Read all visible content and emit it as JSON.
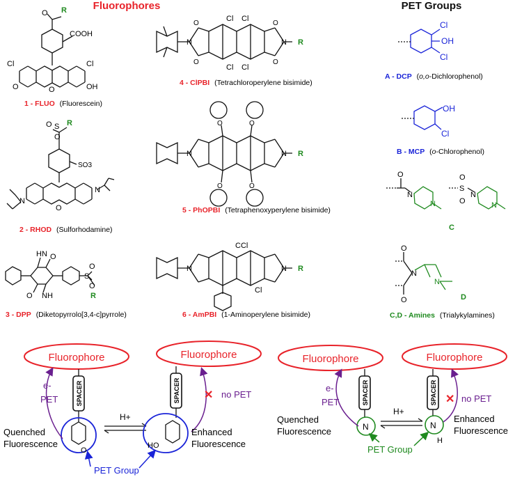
{
  "headers": {
    "fluorophores": "Fluorophores",
    "pet_groups": "PET Groups"
  },
  "compounds": [
    {
      "code": "1 - FLUO",
      "name": "(Fluorescein)"
    },
    {
      "code": "2 - RHOD",
      "name": "(Sulforhodamine)"
    },
    {
      "code": "3 - DPP",
      "name": "(Diketopyrrolo[3,4-c]pyrrole)"
    },
    {
      "code": "4 - ClPBI",
      "name": "(Tetrachloroperylene bisimide)"
    },
    {
      "code": "5 - PhOPBI",
      "name": "(Tetraphenoxyperylene bisimide)"
    },
    {
      "code": "6 - AmPBI",
      "name": "(1-Aminoperylene bisimide)"
    }
  ],
  "pet_groups": [
    {
      "code": "A - DCP",
      "name_pre": "(",
      "name_ital": "o,o",
      "name_post": "-Dichlorophenol)"
    },
    {
      "code": "B - MCP",
      "name_pre": "(",
      "name_ital": "o",
      "name_post": "-Chlorophenol)"
    },
    {
      "code": "C",
      "name_pre": "",
      "name_ital": "",
      "name_post": ""
    },
    {
      "code": "D",
      "name_pre": "",
      "name_ital": "",
      "name_post": ""
    },
    {
      "code": "C,D - Amines",
      "name_pre": "(Trialykylamines)",
      "name_ital": "",
      "name_post": ""
    }
  ],
  "atoms": {
    "R": "R",
    "Cl": "Cl",
    "OH": "OH",
    "COOH": "COOH",
    "HO": "HO",
    "O": "O",
    "N": "N",
    "S": "S",
    "H": "H",
    "NH": "NH",
    "HN": "HN",
    "SO3": "SO3",
    "CCl": "CCl"
  },
  "mechanism": {
    "fluorophore": "Fluorophore",
    "spacer": "SPACER",
    "e_pet": "e-",
    "pet": "PET",
    "no_pet": "no PET",
    "h_plus": "H+",
    "quenched_1": "Quenched",
    "quenched_2": "Fluorescence",
    "enhanced_1": "Enhanced",
    "enhanced_2": "Fluorescence",
    "pet_group": "PET Group"
  },
  "colors": {
    "red": "#e8232a",
    "blue": "#1a24d8",
    "green": "#1f8a1f",
    "purple": "#6a1f8f",
    "black": "#111111"
  }
}
